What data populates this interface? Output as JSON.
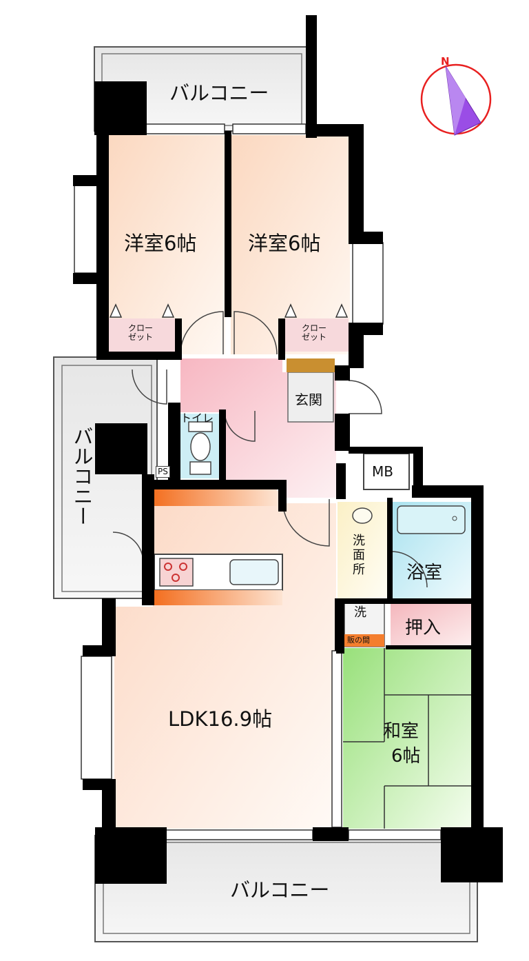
{
  "rooms": {
    "western_1": "洋室6帖",
    "western_2": "洋室6帖",
    "closet_1": "クロー\nゼット",
    "closet_2": "クロー\nゼット",
    "entrance": "玄関",
    "toilet": "トイレ",
    "ps": "PS",
    "mb": "MB",
    "washroom": "洗面所",
    "bathroom": "浴室",
    "washer": "洗",
    "washer_space": "販の間",
    "oshiire": "押入",
    "ldk": "LDK16.9帖",
    "japanese_line1": "和室",
    "japanese_line2": "6帖"
  },
  "balconies": {
    "top": "バルコニー",
    "left": "バルコニー",
    "bottom": "バルコニー"
  },
  "compass": {
    "north": "N",
    "color": "#e82020",
    "needle_color": "#9a4de6"
  },
  "colors": {
    "wall": "#000000",
    "western": "#fce4d4",
    "hall": "#f9c8d0",
    "ldk": "#fde6da",
    "japanese": "#a8e68a",
    "bath": "#bfe8f2",
    "washroom": "#fdf7df",
    "oshiire": "#f6c8cc",
    "closet": "#f7d9dc",
    "kitchen_counter": "#f47e2e",
    "balcony": "#eeeeee"
  }
}
